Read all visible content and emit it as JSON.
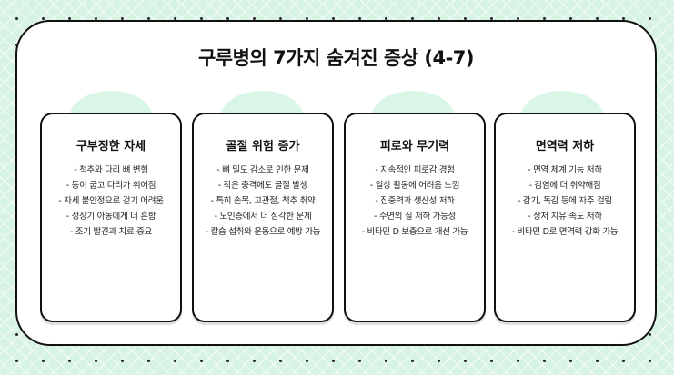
{
  "title": "구루병의 7가지 숨겨진 증상 (4-7)",
  "cards": [
    {
      "title": "구부정한 자세",
      "items": [
        "- 척추와 다리 뼈 변형",
        "- 등이 굽고 다리가 휘어짐",
        "- 자세 불안정으로 걷기 어려움",
        "- 성장기 아동에게 더 흔함",
        "- 조기 발견과 치료 중요"
      ]
    },
    {
      "title": "골절 위험 증가",
      "items": [
        "- 뼈 밀도 감소로 인한 문제",
        "- 작은 충격에도 골절 발생",
        "- 특히 손목, 고관절, 척추 취약",
        "- 노인층에서 더 심각한 문제",
        "- 칼슘 섭취와 운동으로 예방 가능"
      ]
    },
    {
      "title": "피로와 무기력",
      "items": [
        "- 지속적인 피로감 경험",
        "- 일상 활동에 어려움 느낌",
        "- 집중력과 생산성 저하",
        "- 수면의 질 저하 가능성",
        "- 비타민 D 보충으로 개선 가능"
      ]
    },
    {
      "title": "면역력 저하",
      "items": [
        "- 면역 체계 기능 저하",
        "- 감염에 더 취약해짐",
        "- 감기, 독감 등에 자주 걸림",
        "- 상처 치유 속도 저하",
        "- 비타민 D로 면역력 강화 가능"
      ]
    }
  ]
}
